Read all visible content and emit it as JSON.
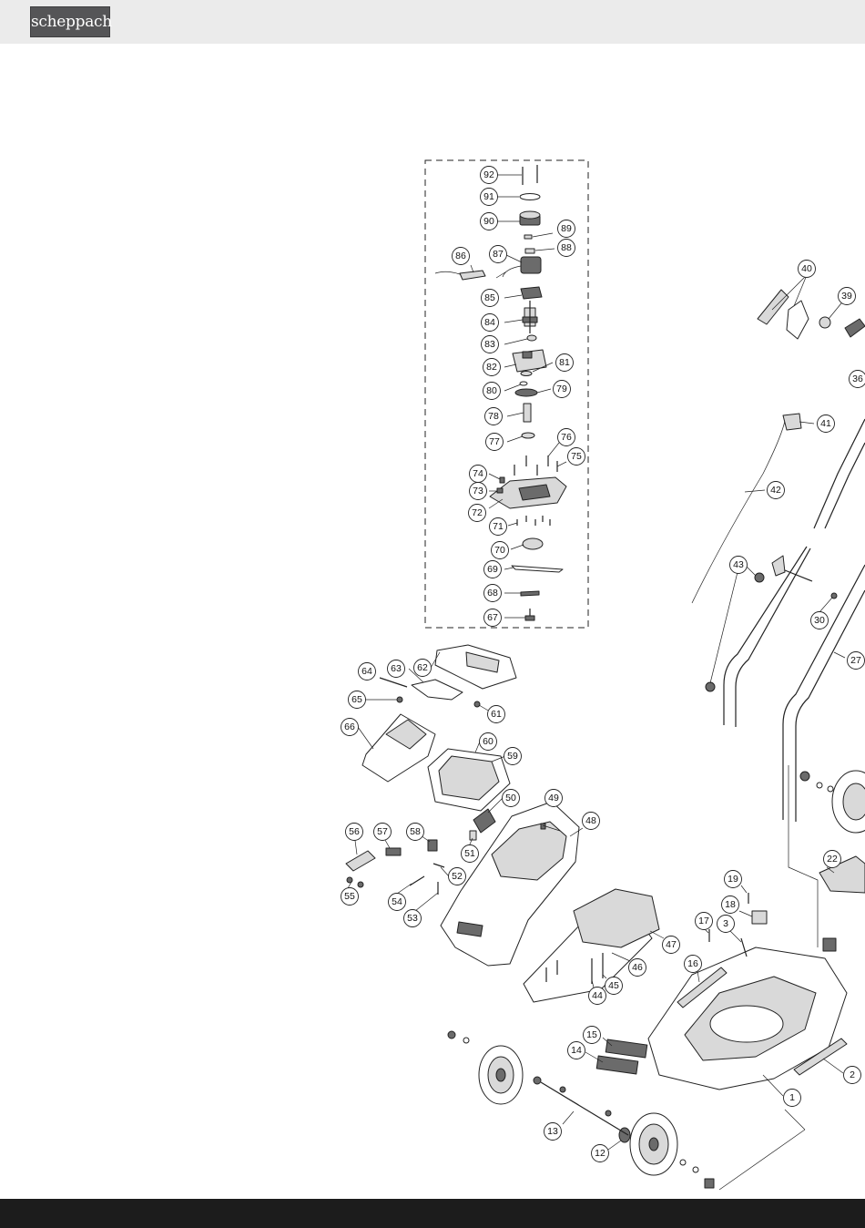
{
  "header": {
    "brand": "scheppach",
    "background": "#ebebeb"
  },
  "footer": {
    "background": "#1c1c1c"
  },
  "diagram": {
    "labels": [
      "1",
      "2",
      "3",
      "12",
      "13",
      "14",
      "15",
      "16",
      "17",
      "18",
      "19",
      "22",
      "27",
      "30",
      "36",
      "39",
      "40",
      "41",
      "42",
      "43",
      "44",
      "45",
      "46",
      "47",
      "48",
      "49",
      "50",
      "51",
      "52",
      "53",
      "54",
      "55",
      "56",
      "57",
      "58",
      "59",
      "60",
      "61",
      "62",
      "63",
      "64",
      "65",
      "66",
      "67",
      "68",
      "69",
      "70",
      "71",
      "72",
      "73",
      "74",
      "75",
      "76",
      "77",
      "78",
      "79",
      "80",
      "81",
      "82",
      "83",
      "84",
      "85",
      "86",
      "87",
      "88",
      "89",
      "90",
      "91",
      "92"
    ]
  }
}
